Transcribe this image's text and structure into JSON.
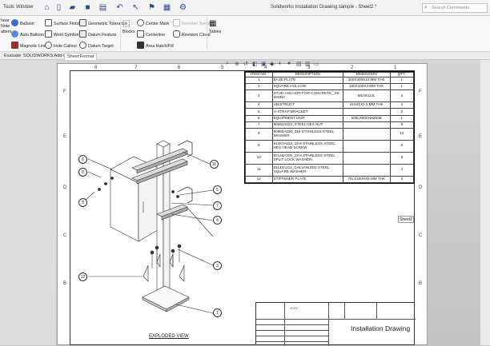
{
  "menu": {
    "tools": "Tools",
    "window": "Window"
  },
  "window_title": "Solidworks Installation Drawing sample - Sheet2 *",
  "search": {
    "placeholder": "Search Commands"
  },
  "ribbon": {
    "smart_dimension_a": "hear",
    "smart_dimension_b": "Note",
    "smart_dimension_c": "attern",
    "balloon": "Balloon",
    "auto_balloon": "Auto Balloon",
    "magnetic_line": "Magnetic Line",
    "surface_finish": "Surface Finish",
    "weld_symbol": "Weld Symbol",
    "hole_callout": "Hole Callout",
    "geometric_tolerance": "Geometric Tolerance",
    "datum_feature": "Datum Feature",
    "datum_target": "Datum Target",
    "blocks": "Blocks",
    "center_mark": "Center Mark",
    "centerline": "Centerline",
    "area_hatch": "Area Hatch/Fill",
    "revision_symbol": "Revision Symbol",
    "revision_cloud": "Revision Cloud",
    "tables": "Tables"
  },
  "tabs": [
    "Evaluate",
    "SOLIDWORKS Add-Ins",
    "Sheet Format"
  ],
  "zones": {
    "top": [
      "8",
      "7",
      "6",
      "5",
      "4",
      "3",
      "2",
      "1"
    ],
    "left": [
      "F",
      "E",
      "D",
      "C",
      "B"
    ],
    "right": [
      "F",
      "E",
      "D",
      "C",
      "B"
    ]
  },
  "bom": {
    "headers": [
      "ITEM NO.",
      "DESCRIPTION",
      "DIMENSION",
      "QTY."
    ],
    "rows": [
      [
        "1",
        "BASE PLATE",
        "300X300X10 MM THK",
        "1"
      ],
      [
        "2",
        "SQUARE HOLLOW",
        "100X100X4 MM THK",
        "1"
      ],
      [
        "3",
        "STUD-ANCHOR-FOR-CONCRETE_.25-20UNC",
        "M10X113L",
        "4"
      ],
      [
        "4",
        "UNISTRUCT",
        "41X41X2.5 MM THK",
        "4"
      ],
      [
        "5",
        "U-STRAP BRACKET",
        "",
        "2"
      ],
      [
        "6",
        "EQUIPMENT UNIT",
        "500LX600HX250B",
        "1"
      ],
      [
        "7",
        "90592A022_STEEL HEX NUT",
        "",
        "8"
      ],
      [
        "8",
        "90965A190_316 STAINLESS STEEL WASHER",
        "",
        "12"
      ],
      [
        "9",
        "91287A153_18-8 STAINLESS STEEL HEX HEAD SCREW",
        "",
        "8"
      ],
      [
        "10",
        "92148A200_18-8 STAINLESS STEEL SPLIT LOCK WASHER-",
        "",
        "8"
      ],
      [
        "11",
        "91133A212_GALVANIZED STEEL SQUARE WASHER-",
        "",
        "4"
      ],
      [
        "12",
        "STIFFENER PLATE",
        "70LX150HX5 MM THK",
        "4"
      ]
    ]
  },
  "balloons": [
    "6",
    "8",
    "9",
    "11",
    "5",
    "7",
    "4",
    "3",
    "12",
    "1"
  ],
  "view_label": "EXPLODED VIEW",
  "title_block": {
    "doc_id": "VDOC",
    "title": "Installation Drawing",
    "sheet_tip": "Sheet2"
  }
}
